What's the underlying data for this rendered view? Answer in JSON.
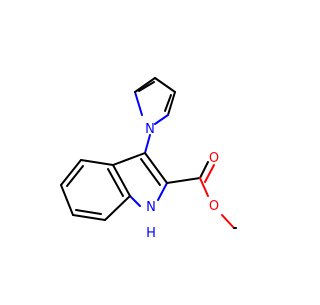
{
  "molecule": {
    "atom_labels": {
      "pyrrole_n": "N",
      "carbonyl_o": "O",
      "ester_o": "O",
      "indole_n": "N",
      "indole_h": "H"
    },
    "colors": {
      "carbon": "#000000",
      "nitrogen": "#0000ff",
      "oxygen": "#ff0000",
      "background": "#ffffff"
    }
  }
}
